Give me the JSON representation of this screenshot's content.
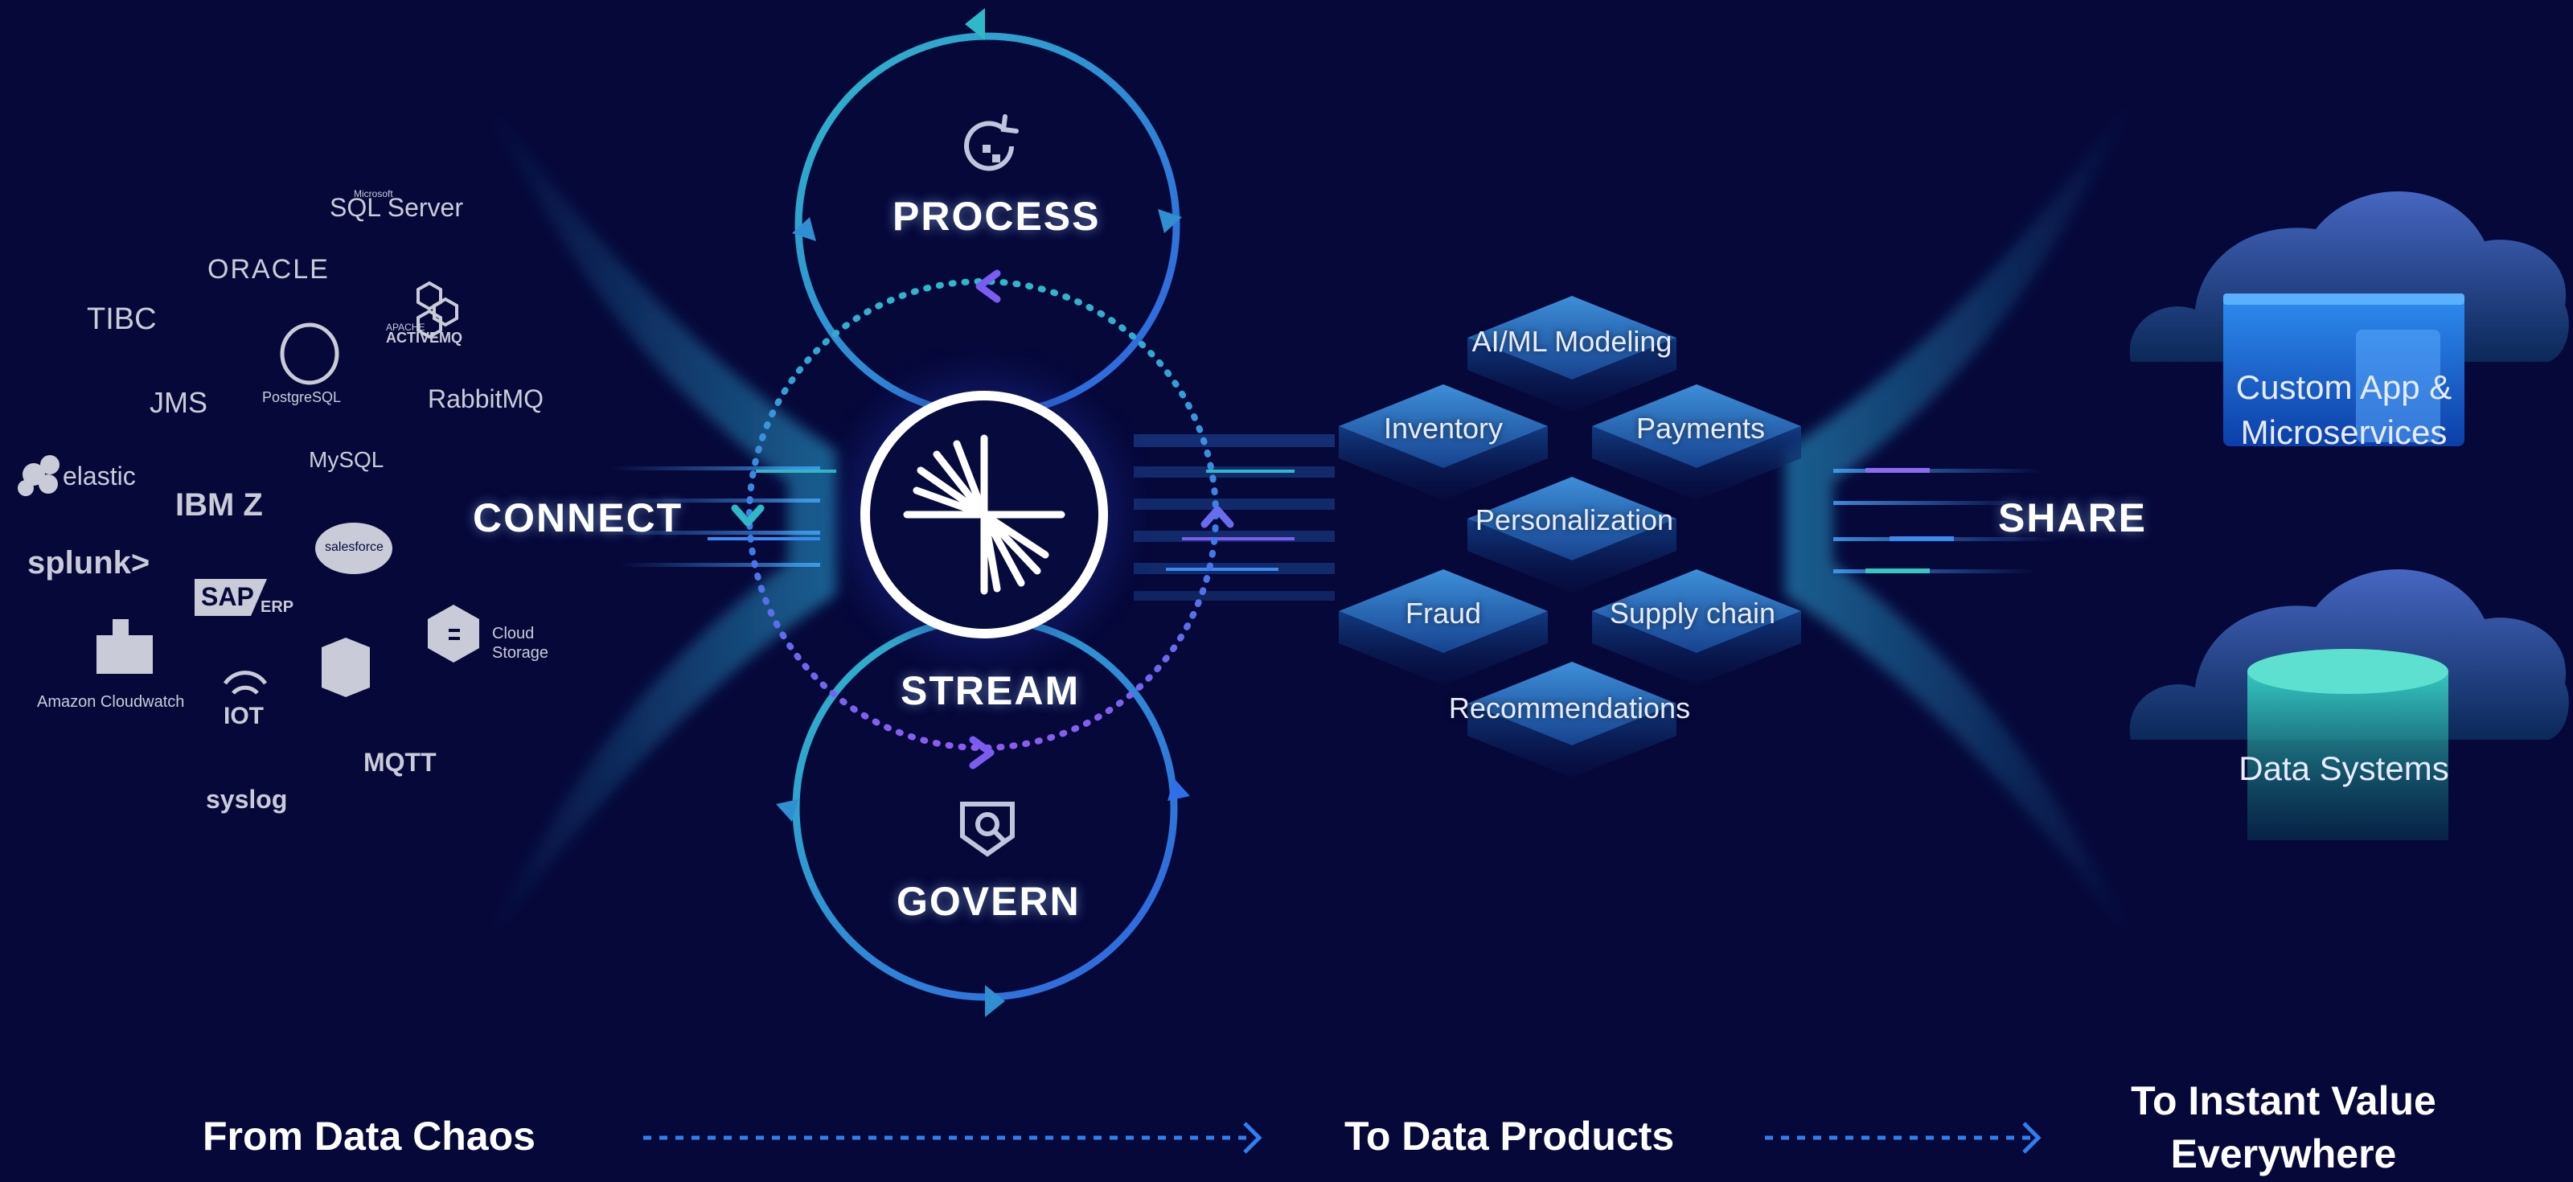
{
  "stages": {
    "process": "PROCESS",
    "stream": "STREAM",
    "govern": "GOVERN",
    "connect": "CONNECT",
    "share": "SHARE"
  },
  "sources": {
    "sql_server_small": "Microsoft",
    "sql_server": "SQL Server",
    "oracle": "ORACLE",
    "tibco": "TIBC",
    "activemq_small": "APACHE",
    "activemq": "ACTIVEMQ",
    "jms": "JMS",
    "postgresql": "PostgreSQL",
    "rabbitmq": "RabbitMQ",
    "elastic": "elastic",
    "mysql": "MySQL",
    "ibmz": "IBM Z",
    "salesforce": "salesforce",
    "splunk": "splunk>",
    "sap": "SAP",
    "erp": "ERP",
    "cloud_storage": "Cloud\nStorage",
    "amazon_cloudwatch": "Amazon Cloudwatch",
    "iot": "IOT",
    "mqtt": "MQTT",
    "syslog": "syslog"
  },
  "data_products": [
    "AI/ML Modeling",
    "Inventory",
    "Payments",
    "Personalization",
    "Fraud",
    "Supply chain",
    "Recommendations"
  ],
  "destinations": {
    "custom_app_line1": "Custom App &",
    "custom_app_line2": "Microservices",
    "data_systems": "Data Systems"
  },
  "footer": {
    "from": "From Data Chaos",
    "to_products": "To Data Products",
    "to_value_line1": "To Instant Value",
    "to_value_line2": "Everywhere"
  },
  "colors": {
    "background": "#06083a",
    "teal": "#2fb8c8",
    "blue": "#2f6fe8",
    "purple": "#7a5cf0"
  },
  "icons": [
    "refresh-icon",
    "stream-burst-icon",
    "shield-search-icon",
    "cloud-icon",
    "database-icon",
    "arrow-right-icon"
  ]
}
